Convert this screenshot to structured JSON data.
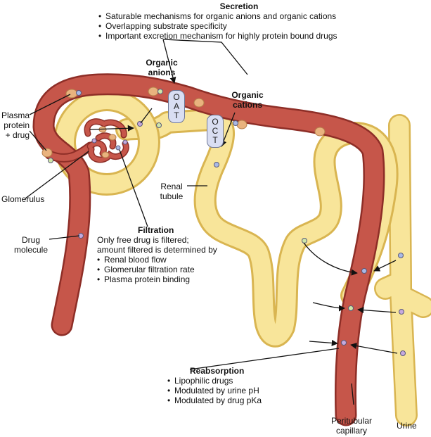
{
  "secretion": {
    "title": "Secretion",
    "bullets": [
      "Saturable mechanisms for organic anions and organic cations",
      "Overlapping substrate specificity",
      "Important excretion mechanism for highly protein bound drugs"
    ]
  },
  "organic_anions": {
    "line1": "Organic",
    "line2": "anions"
  },
  "organic_cations": {
    "line1": "Organic",
    "line2": "cations"
  },
  "oat": {
    "letters": [
      "O",
      "A",
      "T"
    ]
  },
  "oct": {
    "letters": [
      "O",
      "C",
      "T"
    ]
  },
  "plasma_protein_drug": {
    "line1": "Plasma",
    "line2": "protein",
    "line3": "+ drug"
  },
  "glomerulus": "Glomerulus",
  "drug_molecule": {
    "line1": "Drug",
    "line2": "molecule"
  },
  "renal_tubule": {
    "line1": "Renal",
    "line2": "tubule"
  },
  "filtration": {
    "title": "Filtration",
    "line1": "Only free drug is filtered;",
    "line2": "amount filtered is determined by",
    "bullets": [
      "Renal blood flow",
      "Glomerular filtration rate",
      "Plasma protein binding"
    ]
  },
  "reabsorption": {
    "title": "Reabsorption",
    "bullets": [
      "Lipophilic drugs",
      "Modulated by urine pH",
      "Modulated by drug pKa"
    ]
  },
  "peritubular_capillary": {
    "line1": "Peritubular",
    "line2": "capillary"
  },
  "urine": "Urine",
  "colors": {
    "vessel_fill": "#c6564a",
    "vessel_outline": "#8e2e27",
    "tubule_fill": "#f8e59a",
    "tubule_outline": "#d9b551",
    "protein": "#e9b37e",
    "drug_blue": "#a9b9e6",
    "drug_purple": "#c6a9de",
    "drug_green": "#cfe6a8"
  }
}
